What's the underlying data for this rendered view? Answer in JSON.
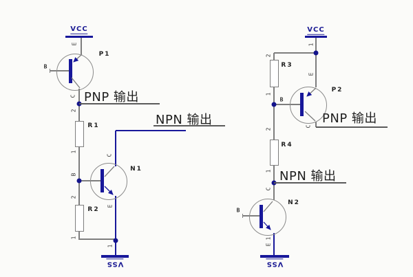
{
  "colors": {
    "wire": "#7d7d7d",
    "navy": "#17179a",
    "label": "#2e2e2e",
    "output_text": "#1f1f1f"
  },
  "left": {
    "vcc_label": "VCC",
    "vss_label": "VSS",
    "pnp_output": "PNP 输出",
    "npn_output": "NPN 输出",
    "p1": {
      "ref": "P1",
      "pin_b": "B",
      "pin_c": "C",
      "pin_e": "E"
    },
    "r1": {
      "ref": "R1",
      "pin_top": "2",
      "pin_bottom": "1"
    },
    "n1": {
      "ref": "N1",
      "pin_b": "B",
      "pin_c": "C",
      "pin_e": "E"
    },
    "r2": {
      "ref": "R2",
      "pin_top": "2",
      "pin_bottom": "1"
    },
    "gnd_pin": "1"
  },
  "right": {
    "vcc_label": "VCC",
    "vss_label": "VSS",
    "vcc_pin": "1",
    "pnp_output": "PNP 输出",
    "npn_output": "NPN 输出",
    "r3": {
      "ref": "R3",
      "pin_top": "2",
      "pin_bottom": "1"
    },
    "p2": {
      "ref": "P2",
      "pin_b": "B",
      "pin_c": "C",
      "pin_e": "E"
    },
    "r4": {
      "ref": "R4",
      "pin_top": "2",
      "pin_bottom": "1"
    },
    "n2": {
      "ref": "N2",
      "pin_b": "B",
      "pin_c": "C",
      "pin_e": "E",
      "pin_e_num": "1"
    }
  }
}
